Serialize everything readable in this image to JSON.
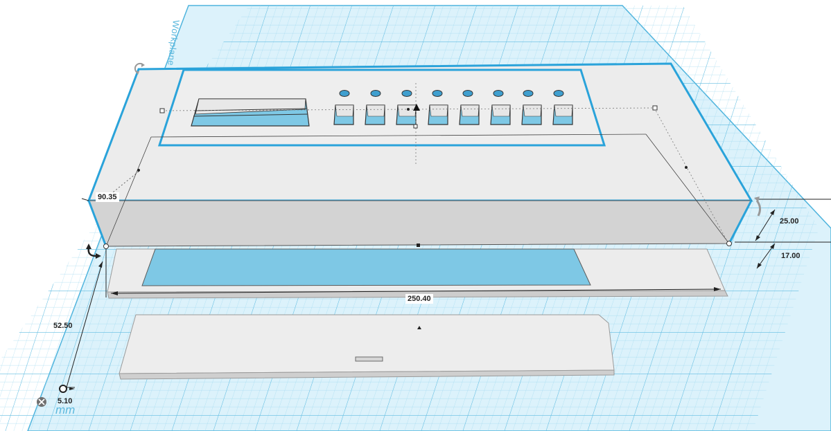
{
  "workplane": {
    "label": "Workplane",
    "unit": "mm",
    "grid_color": "#8fd2ee",
    "grid_major_color": "#4fb4dd",
    "plane_color": "#d8f1fb"
  },
  "selection": {
    "outline_color": "#2aa3da"
  },
  "dimensions": {
    "depth": "90.35",
    "height": "25.00",
    "elevation": "17.00",
    "width": "250.40",
    "offset_y": "52.50",
    "offset_x": "5.10"
  },
  "enclosure": {
    "display_cutouts": 1,
    "led_holes": 8,
    "button_cutouts": 8
  },
  "colors": {
    "body_top": "#ececec",
    "body_front": "#d2d2d2",
    "body_side": "#dedede",
    "edge": "#555555"
  }
}
